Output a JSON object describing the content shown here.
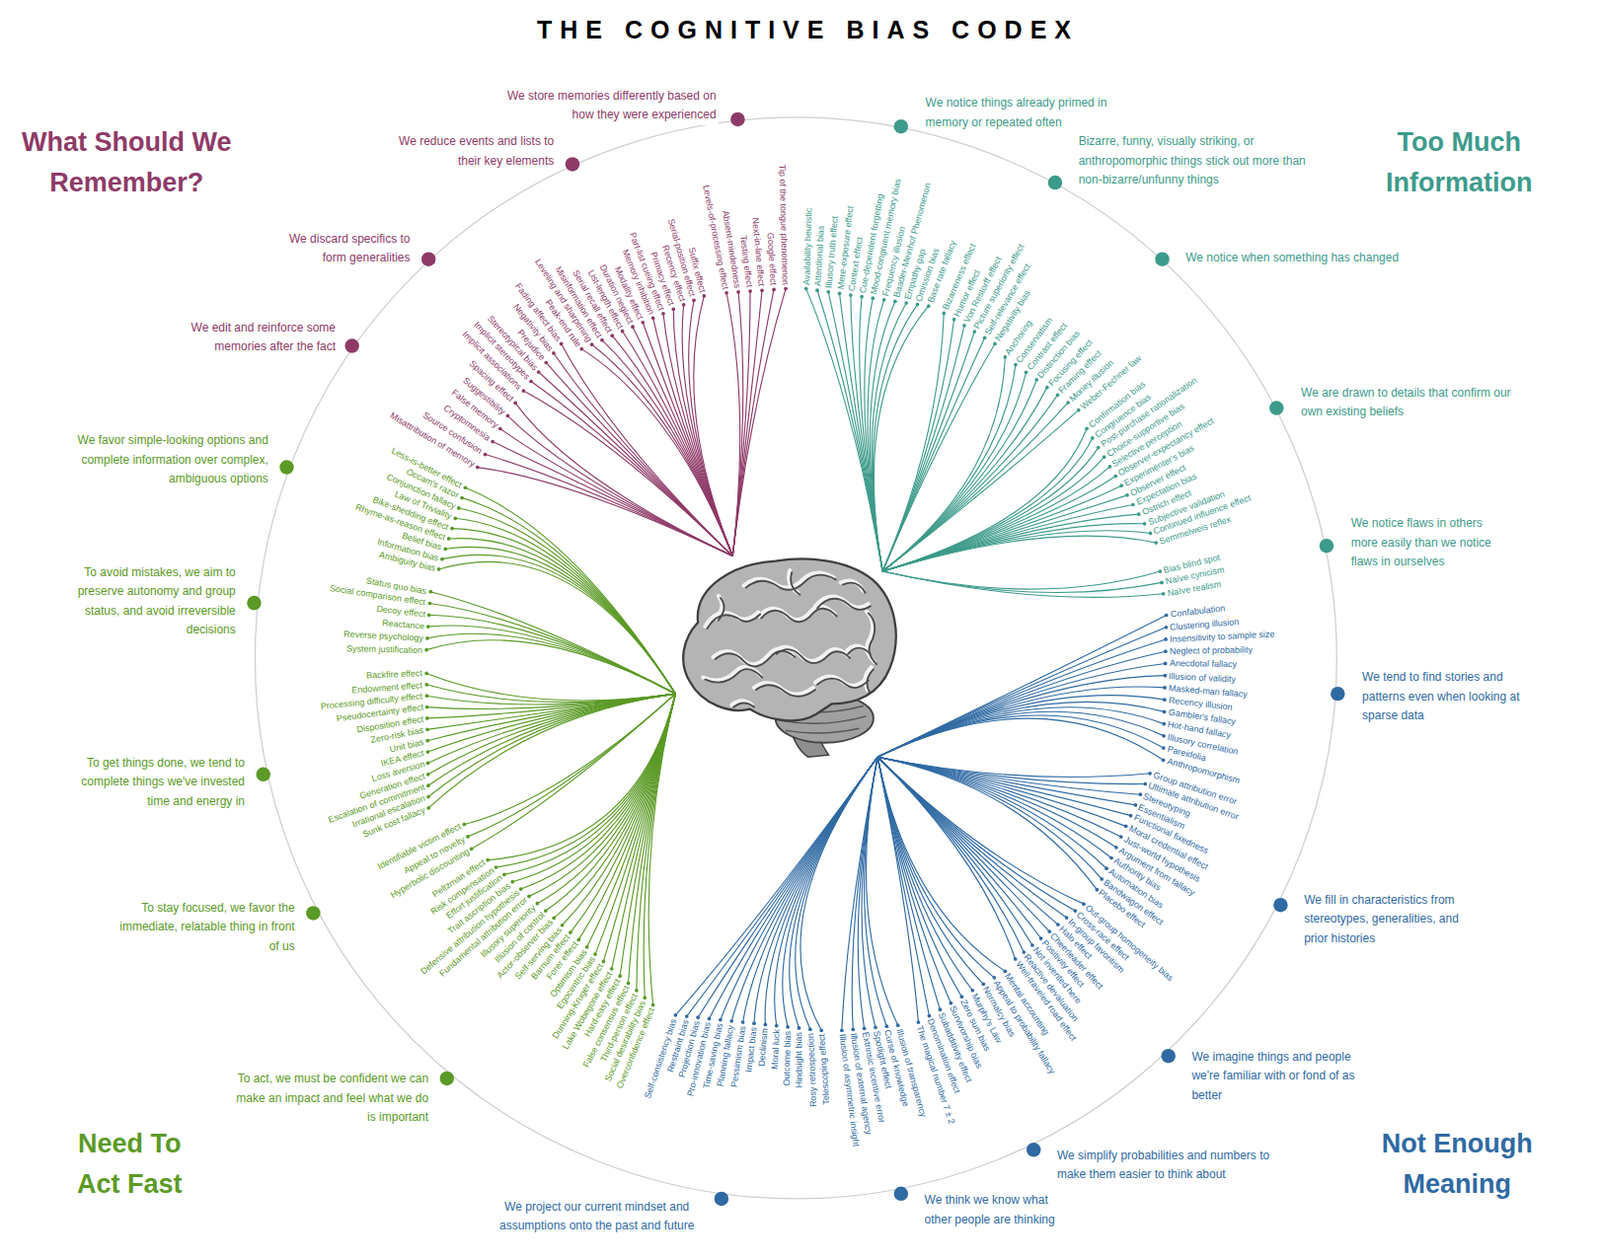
{
  "diagram": {
    "title": "THE COGNITIVE BIAS CODEX",
    "labels": [
      "What Should We Remember?",
      "Too Much Information",
      "Not Enough Meaning",
      "Need To Act Fast",
      "We notice things already primed in memory or repeated often",
      "Availability heuristic",
      "Attentional bias",
      "Illusory truth effect",
      "Mere-exposure effect",
      "Context effect",
      "Cue-dependent forgetting",
      "Mood-congruent memory bias",
      "Frequency illusion",
      "Baader-Meinhof Phenomenon",
      "Empathy gap",
      "Omission bias",
      "Base rate fallacy",
      "Bizarre, funny, visually striking, or anthropomorphic things stick out more than non-bizarre/unfunny things",
      "Bizarreness effect",
      "Humor effect",
      "Von Restorff effect",
      "Picture superiority effect",
      "Self-relevance effect",
      "Negativity bias",
      "We notice when something has changed",
      "Anchoring",
      "Conservatism",
      "Contrast effect",
      "Distinction bias",
      "Focusing effect",
      "Framing effect",
      "Money illusion",
      "Weber-Fechner law",
      "We are drawn to details that confirm our own existing beliefs",
      "Confirmation bias",
      "Congruence bias",
      "Post-purchase rationalization",
      "Choice-supportive bias",
      "Selective perception",
      "Observer-expectancy effect",
      "Experimenter's bias",
      "Observer effect",
      "Expectation bias",
      "Ostrich effect",
      "Subjective validation",
      "Continued influence effect",
      "Semmelweis reflex",
      "We notice flaws in others more easily than we notice flaws in ourselves",
      "Bias blind spot",
      "Naïve cynicism",
      "Naïve realism",
      "We tend to find stories and patterns even when looking at sparse data",
      "Confabulation",
      "Clustering illusion",
      "Insensitivity to sample size",
      "Neglect of probability",
      "Anecdotal fallacy",
      "Illusion of validity",
      "Masked-man fallacy",
      "Recency illusion",
      "Gambler's fallacy",
      "Hot-hand fallacy",
      "Illusory correlation",
      "Pareidolia",
      "Anthropomorphism",
      "We fill in characteristics from stereotypes, generalities, and prior histories",
      "Group attribution error",
      "Ultimate attribution error",
      "Stereotyping",
      "Essentialism",
      "Functional fixedness",
      "Moral credential effect",
      "Just-world hypothesis",
      "Argument from fallacy",
      "Authority bias",
      "Automation bias",
      "Bandwagon effect",
      "Placebo effect",
      "We imagine things and people we're familiar with or fond of as better",
      "Out-group homogeneity bias",
      "Cross-race effect",
      "In-group favoritism",
      "Halo effect",
      "Cheerleader effect",
      "Positivity effect",
      "Not invented here",
      "Reactive devaluation",
      "Well-traveled road effect",
      "We simplify probabilities and numbers to make them easier to think about",
      "Mental accounting",
      "Appeal to probability fallacy",
      "Normalcy bias",
      "Murphy's Law",
      "Zero sum bias",
      "Survivorship bias",
      "Subadditivity effect",
      "Denomination effect",
      "The magical number 7 ± 2",
      "We think we know what other people are thinking",
      "Illusion of transparency",
      "Curse of knowledge",
      "Spotlight effect",
      "Extrinsic incentive error",
      "Illusion of external agency",
      "Illusion of asymmetric insight",
      "We project our current mindset and assumptions onto the past and future",
      "Self-consistency bias",
      "Restraint bias",
      "Projection bias",
      "Pro-innovation bias",
      "Time-saving bias",
      "Planning fallacy",
      "Pessimism bias",
      "Impact bias",
      "Declinism",
      "Moral luck",
      "Outcome bias",
      "Hindsight bias",
      "Rosy retrospection",
      "Telescoping effect",
      "To act, we must be confident we can make an impact and feel what we do is important",
      "Peltzman effect",
      "Risk compensation",
      "Effort justification",
      "Trait ascription bias",
      "Defensive attribution hypothesis",
      "Fundamental attribution error",
      "Illusory superiority",
      "Illusion of control",
      "Actor-observer bias",
      "Self-serving bias",
      "Barnum effect",
      "Forer effect",
      "Optimism bias",
      "Egocentric bias",
      "Dunning-Kruger effect",
      "Lake Wobegone effect",
      "Hard-easy effect",
      "False consensus effect",
      "Third-person effect",
      "Social desirability bias",
      "Overconfidence effect",
      "To stay focused, we favor the immediate, relatable thing in front of us",
      "Identifiable victim effect",
      "Appeal to novelty",
      "Hyperbolic discounting",
      "To get things done, we tend to complete things we've invested time and energy in",
      "Backfire effect",
      "Endowment effect",
      "Processing difficulty effect",
      "Pseudocertainty effect",
      "Disposition effect",
      "Zero-risk bias",
      "Unit bias",
      "IKEA effect",
      "Loss aversion",
      "Generation effect",
      "Escalation of commitment",
      "Irrational escalation",
      "Sunk cost fallacy",
      "To avoid mistakes, we aim to preserve autonomy and group status, and avoid irreversible decisions",
      "Status quo bias",
      "Social comparison effect",
      "Decoy effect",
      "Reactance",
      "Reverse psychology",
      "System justification",
      "We favor simple-looking options and complete information over complex, ambiguous options",
      "Less-is-better effect",
      "Occam's razor",
      "Conjunction fallacy",
      "Law of Triviality",
      "Bike-shedding effect",
      "Rhyme-as-reason effect",
      "Belief bias",
      "Information bias",
      "Ambiguity bias",
      "We edit and reinforce some memories after the fact",
      "Spacing effect",
      "Suggestibility",
      "False memory",
      "Cryptomnesia",
      "Source confusion",
      "Misattribution of memory",
      "We discard specifics to form generalities",
      "Fading affect bias",
      "Negativity bias",
      "Prejudice",
      "Stereotypical bias",
      "Implicit stereotypes",
      "Implicit associations",
      "We reduce events and lists to their key elements",
      "Peak-end rule",
      "Leveling and sharpening",
      "Misinformation effect",
      "Serial recall effect",
      "List-length effect",
      "Duration neglect",
      "Modality effect",
      "Memory inhibition",
      "Part-list cueing effect",
      "Primacy effect",
      "Recency effect",
      "Serial-position effect",
      "Suffix effect",
      "We store memories differently based on how they were experienced",
      "Levels-of-processing effect",
      "Absent-mindedness",
      "Testing effect",
      "Next-in-line effect",
      "Google effect",
      "Tip of the tongue phenomenon"
    ]
  }
}
